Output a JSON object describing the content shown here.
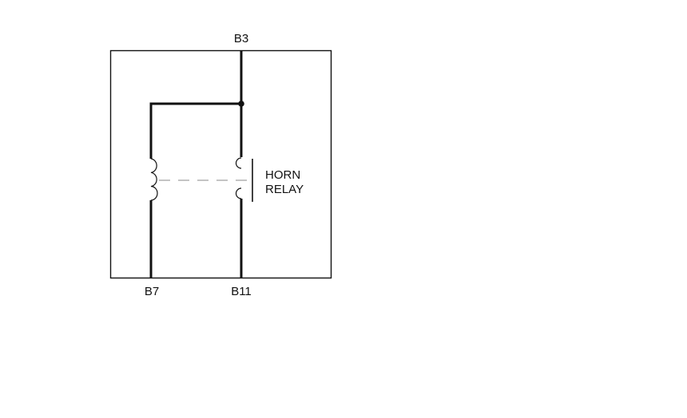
{
  "diagram": {
    "terminals": {
      "top": "B3",
      "bottom_left": "B7",
      "bottom_right": "B11"
    },
    "component": {
      "name_line1": "HORN",
      "name_line2": "RELAY"
    },
    "colors": {
      "line": "#111111",
      "dashed_link": "#888888"
    }
  }
}
